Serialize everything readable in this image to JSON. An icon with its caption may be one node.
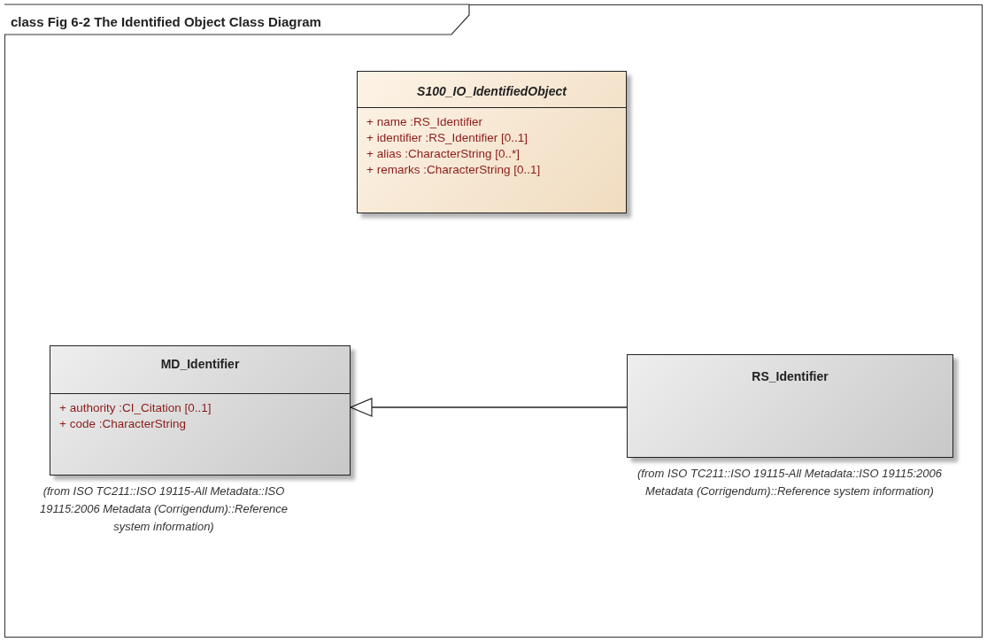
{
  "diagram": {
    "title": "class Fig 6-2 The Identified Object Class Diagram",
    "nodes": [
      {
        "text": [
          "S100_IO_IdentifiedObject",
          "+ name :RS_Identifier",
          "+ identifier :RS_Identifier [0..1]",
          "+ alias :CharacterString [0..*]",
          "+ remarks :CharacterString [0..1]"
        ]
      },
      {
        "text": [
          "MD_Identifier",
          "+ authority :CI_Citation [0..1]",
          "+ code :CharacterString"
        ],
        "beside": [
          "(from ISO TC211::ISO 19115-All Metadata::ISO 19115:2006 Metadata (Corrigendum)::Reference system information)"
        ]
      },
      {
        "text": [
          "RS_Identifier"
        ],
        "beside": [
          "(from ISO TC211::ISO 19115-All Metadata::ISO 19115:2006 Metadata (Corrigendum)::Reference system information)"
        ]
      }
    ],
    "edges": [
      {
        "from": 2,
        "to": 1,
        "arrow": "to"
      }
    ]
  }
}
